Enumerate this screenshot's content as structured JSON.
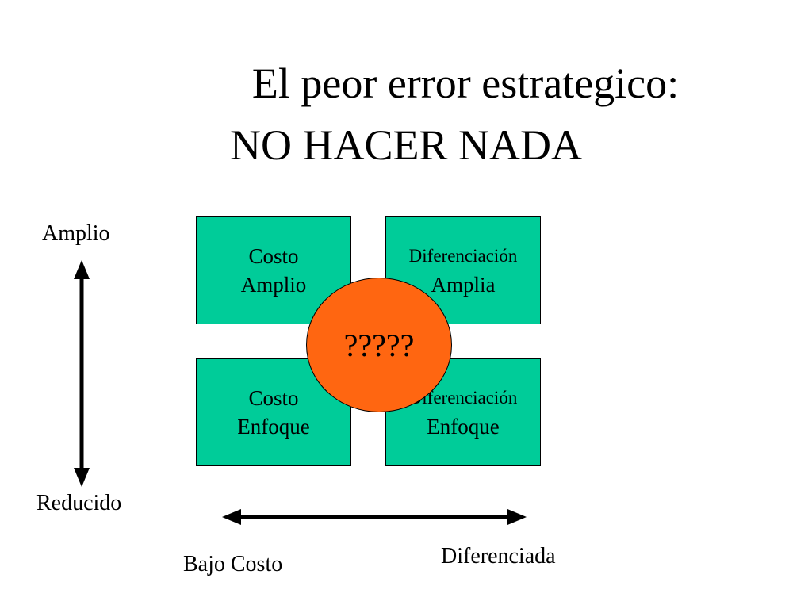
{
  "title": {
    "line1": "El peor error estrategico:",
    "line2": "NO HACER NADA"
  },
  "vertical_axis": {
    "top_label": "Amplio",
    "bottom_label": "Reducido"
  },
  "horizontal_axis": {
    "left_label": "Bajo Costo",
    "right_label": "Diferenciada"
  },
  "quadrants": {
    "top_left": {
      "line1": "Costo",
      "line2": "Amplio"
    },
    "top_right": {
      "line1": "Diferenciación",
      "line2": "Amplia"
    },
    "bottom_left": {
      "line1": "Costo",
      "line2": "Enfoque"
    },
    "bottom_right": {
      "line1": "Diferenciación",
      "line2": "Enfoque"
    }
  },
  "center": {
    "label": "?????"
  },
  "colors": {
    "quadrant_fill": "#00cc99",
    "center_fill": "#ff6611",
    "arrow": "#000000"
  }
}
